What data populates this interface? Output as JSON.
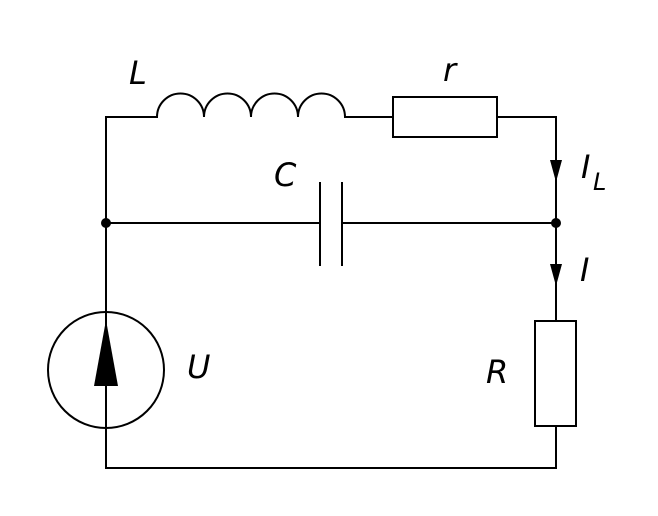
{
  "diagram": {
    "labels": {
      "inductor": "L",
      "resistor_r": "r",
      "capacitor": "C",
      "current_IL_main": "I",
      "current_IL_sub": "L",
      "current_I": "I",
      "source": "U",
      "resistor_R": "R"
    },
    "colors": {
      "stroke": "#000000",
      "background": "#ffffff"
    }
  }
}
